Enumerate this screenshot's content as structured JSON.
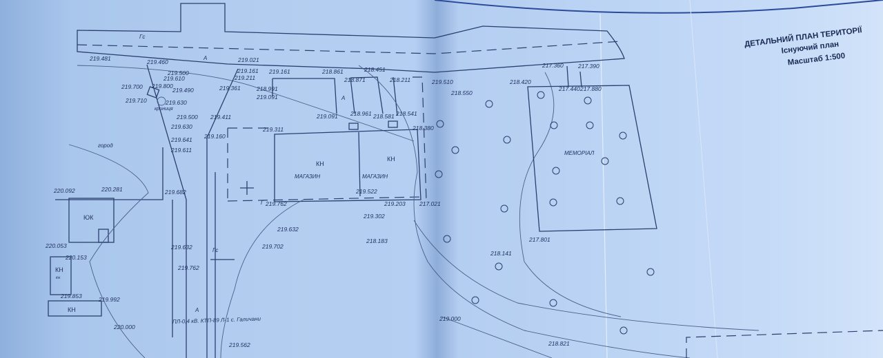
{
  "title_block": {
    "title": "ДЕТАЛЬНИЙ ПЛАН ТЕРИТОРІЇ",
    "subtitle": "Існуючий план",
    "scale": "Масштаб 1:500"
  },
  "labels": {
    "gas_1": "Гс",
    "gas_2": "Гс",
    "road_a_1": "А",
    "road_a_2": "А",
    "road_a_3": "А",
    "well": "криниця",
    "garden": "город",
    "yuk": "ЮК",
    "kn_1": "КН",
    "kn_1_small": "кн",
    "kn_2": "КН",
    "kn_shop_1": "КН",
    "shop_1": "МАГАЗИН",
    "kn_shop_2": "КН",
    "shop_2": "МАГАЗИН",
    "memorial": "МЕМОРІАЛ",
    "power_line": "ПЛ-0,4 кВ. КТП-89 Л-1 с. Галичани",
    "g_mark": "Г"
  },
  "elevations": [
    "219.481",
    "219.460",
    "219.021",
    "219.500",
    "219.610",
    "219.161",
    "219.211",
    "219.161",
    "218.861",
    "218.451",
    "219.700",
    "219.800",
    "219.490",
    "219.361",
    "218.991",
    "218.871",
    "218.211",
    "219.510",
    "218.550",
    "219.710",
    "219.630",
    "219.091",
    "219.091",
    "218.961",
    "218.581",
    "218.541",
    "219.500",
    "219.411",
    "219.630",
    "218.380",
    "219.311",
    "219.160",
    "219.641",
    "219.611",
    "220.092",
    "220.281",
    "219.682",
    "219.522",
    "219.762",
    "219.203",
    "217.021",
    "219.302",
    "219.632",
    "220.053",
    "220.153",
    "219.632",
    "219.702",
    "218.183",
    "219.762",
    "219.853",
    "219.992",
    "220.000",
    "219.562",
    "219.000",
    "218.821",
    "218.141",
    "217.801",
    "218.420",
    "217.360",
    "217.390",
    "217.440",
    "217.880"
  ]
}
